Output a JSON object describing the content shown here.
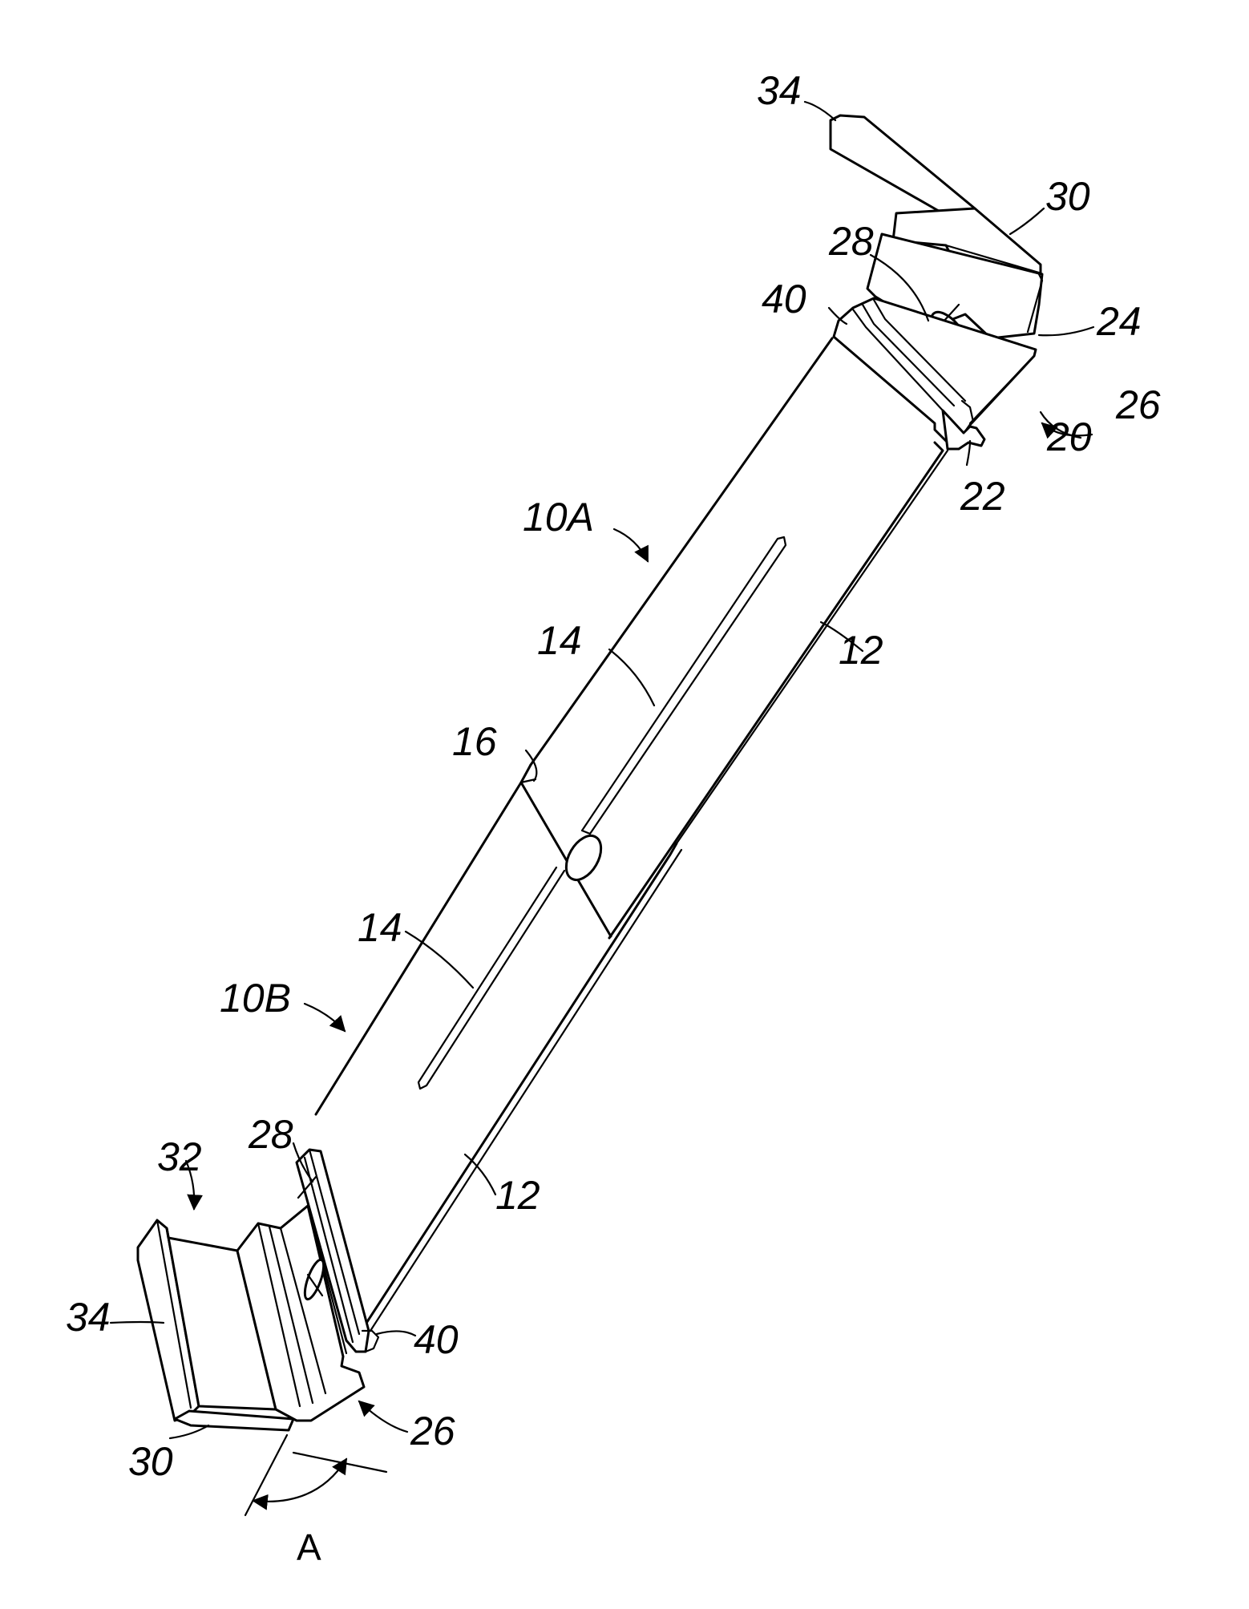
{
  "figure": {
    "labels": {
      "l34_top": "34",
      "l30_top": "30",
      "l28_top": "28",
      "l40_top": "40",
      "l24": "24",
      "l26_top": "26",
      "l20": "20",
      "l22": "22",
      "l10a": "10A",
      "l14_top": "14",
      "l12_top": "12",
      "l16": "16",
      "l14_bot": "14",
      "l10b": "10B",
      "l32": "32",
      "l28_bot": "28",
      "l12_bot": "12",
      "l34_bot": "34",
      "l40_bot": "40",
      "l26_bot": "26",
      "l30_bot": "30",
      "la": "A"
    }
  }
}
